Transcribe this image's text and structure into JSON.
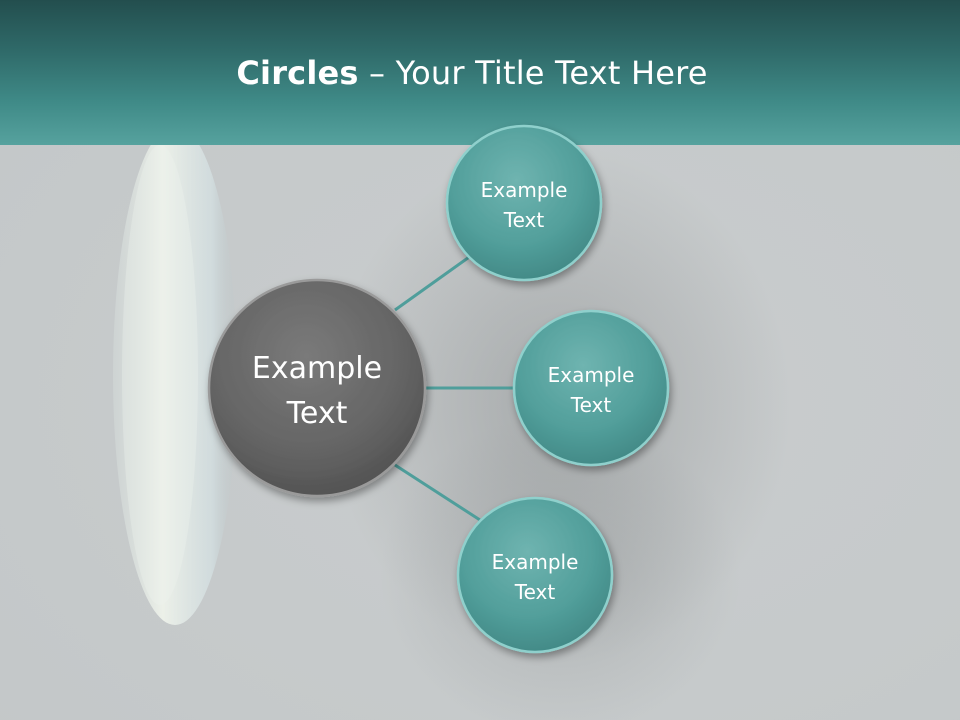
{
  "title": {
    "bold": "Circles",
    "rest": " – Your Title Text Here"
  },
  "center": {
    "line1": "Example",
    "line2": "Text"
  },
  "nodes": [
    {
      "line1": "Example",
      "line2": "Text"
    },
    {
      "line1": "Example",
      "line2": "Text"
    },
    {
      "line1": "Example",
      "line2": "Text"
    }
  ],
  "colors": {
    "header": "#3f8a87",
    "teal_node": "#4f9e9b",
    "center_node": "#6a6a6a",
    "connector": "#4f9e9b",
    "background": "#c6cacb"
  }
}
